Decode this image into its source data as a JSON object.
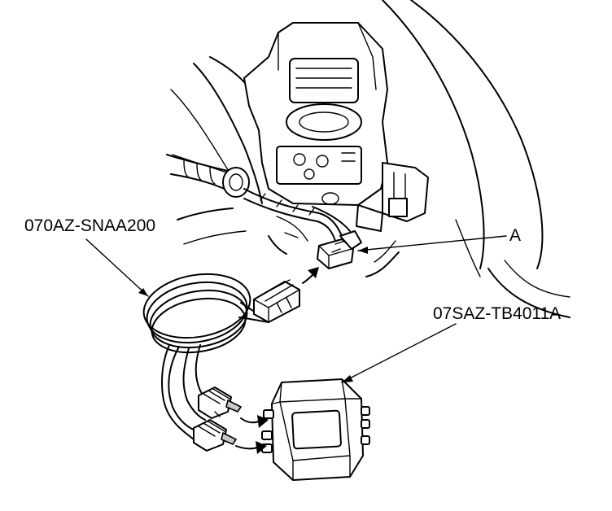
{
  "labels": {
    "tool_cable": "070AZ-SNAA200",
    "connector": "A",
    "tester": "07SAZ-TB4011A"
  }
}
